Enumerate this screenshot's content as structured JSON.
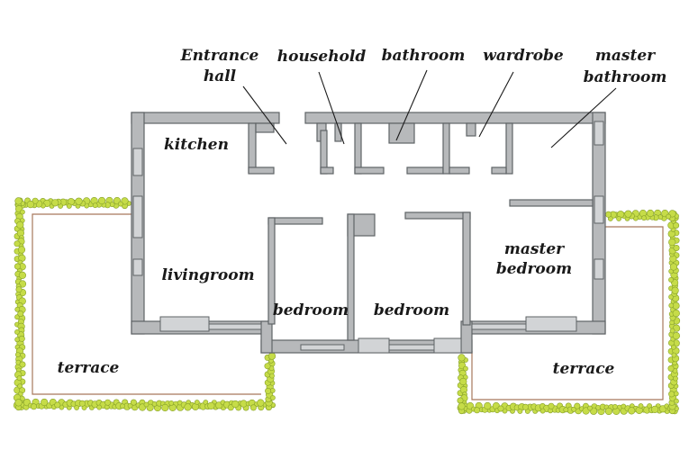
{
  "labels": {
    "entrance_line1": "Entrance",
    "entrance_line2": "hall",
    "household": "household",
    "bathroom": "bathroom",
    "wardrobe": "wardrobe",
    "master_bath_line1": "master",
    "master_bath_line2": "bathroom",
    "kitchen": "kitchen",
    "livingroom": "livingroom",
    "bedroom_left": "bedroom",
    "bedroom_mid": "bedroom",
    "master_bed_line1": "master",
    "master_bed_line2": "bedroom",
    "terrace_left": "terrace",
    "terrace_right": "terrace"
  },
  "colors": {
    "wall": "#b7b9bb",
    "hedge": "#c6dc48",
    "terrace_border": "#a6785c"
  }
}
